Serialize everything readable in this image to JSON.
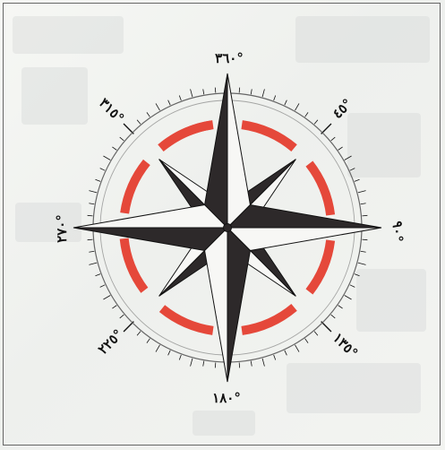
{
  "compass": {
    "labels": {
      "north": "٣٦٠°",
      "northeast": "٤٥°",
      "east": "٩٠°",
      "southeast": "١٣٥°",
      "south": "١٨٠°",
      "southwest": "٢٢٥°",
      "west": "٢٧٠°",
      "northwest": "٣١٥°"
    },
    "colors": {
      "ring": "#666666",
      "tick": "#111111",
      "arrow_dark": "#2d292a",
      "arrow_light": "#f7f7f5",
      "accent": "#e5483a"
    }
  }
}
